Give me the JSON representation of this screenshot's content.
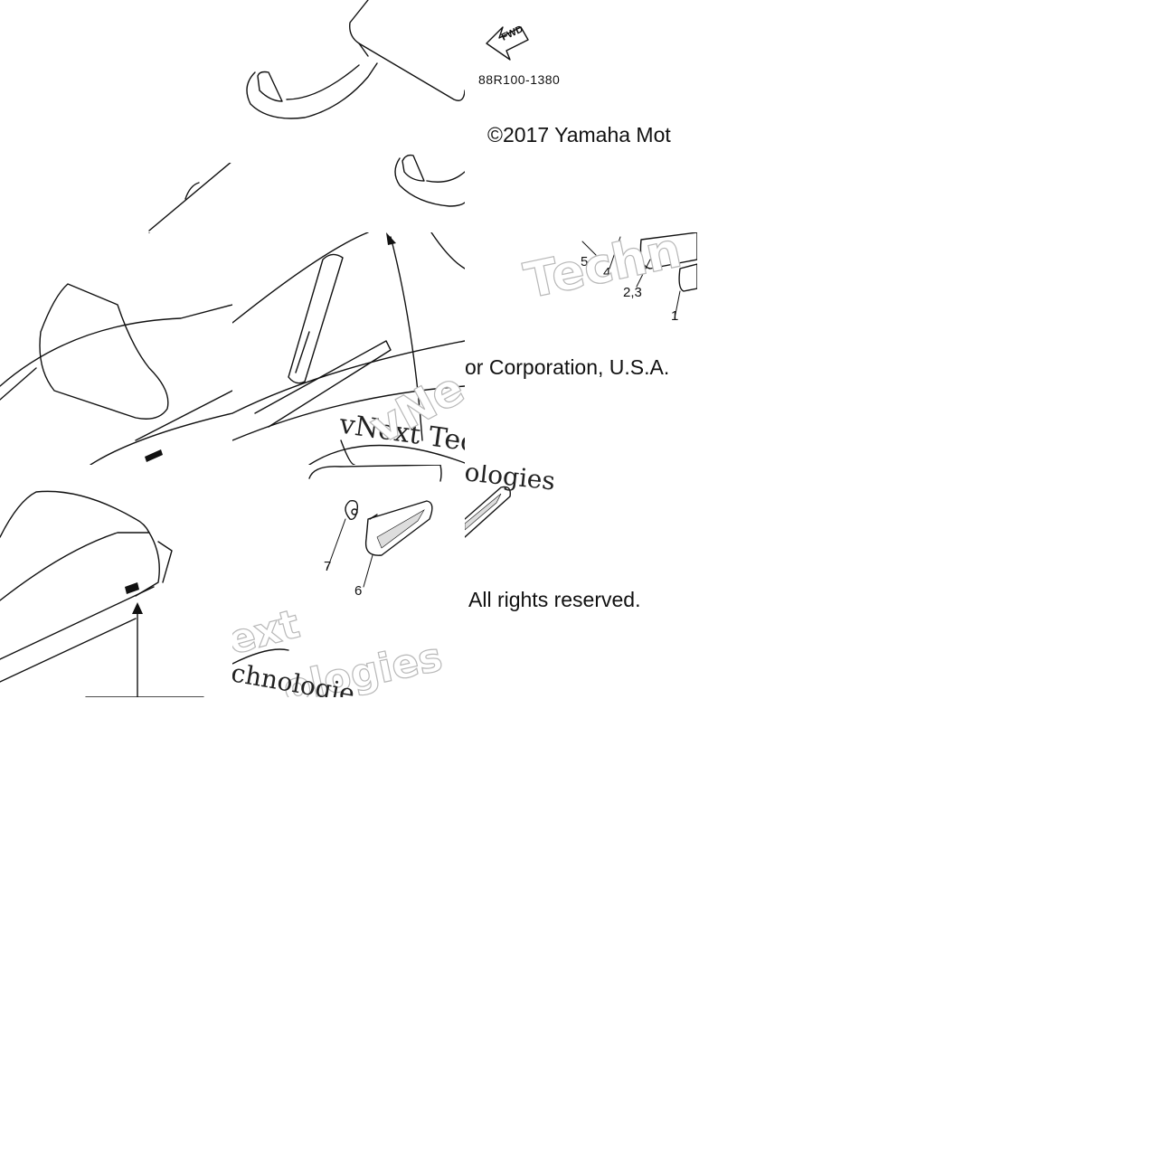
{
  "diagram": {
    "fwd_label": "FWD",
    "drawing_number": "88R100-1380",
    "copyright_line_1": "©2017 Yamaha Mot",
    "copyright_line_2": "or Corporation, U.S.A.",
    "copyright_line_3": "All rights reserved.",
    "callouts": {
      "c1": "1",
      "c2_3": "2,3",
      "c4": "4",
      "c5": "5",
      "c6": "6",
      "c7": "7"
    },
    "watermarks": {
      "w1": "Techn",
      "w2": "vNext Tec",
      "w3": "Technologies",
      "w4": "ext",
      "w5": "ologies",
      "w6": "chnologie",
      "w7": "vNe"
    }
  }
}
